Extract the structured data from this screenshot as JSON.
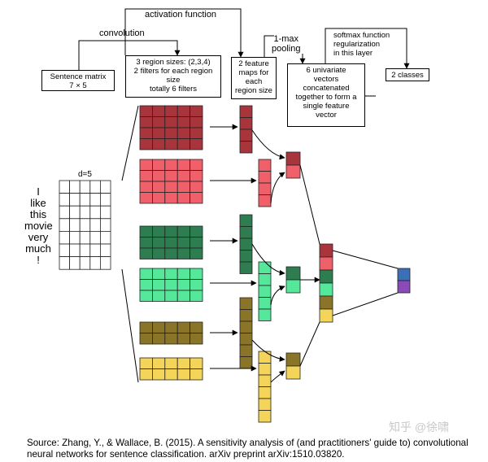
{
  "labels": {
    "activation_function": "activation function",
    "convolution": "convolution",
    "one_max_pooling": "1-max\npooling",
    "sentence_matrix": "Sentence matrix\n7 × 5",
    "region_sizes": "3 region sizes: (2,3,4)\n2 filters for each region\nsize\ntotally 6 filters",
    "feature_maps": "2 feature\nmaps for\neach\nregion size",
    "univariate_vectors": "6 univariate\nvectors\nconcatenated\ntogether to form a\nsingle feature\nvector",
    "softmax": "softmax function\nregularization\nin this layer",
    "classes": "2 classes",
    "d5": "d=5"
  },
  "sentence": [
    "I",
    "like",
    "this",
    "movie",
    "very",
    "much",
    "!"
  ],
  "colors": {
    "dark_red": "#a8343c",
    "light_red": "#f0606a",
    "dark_green": "#2e7d50",
    "light_green": "#55e89a",
    "olive": "#8a7428",
    "yellow": "#f5d45a",
    "out_blue": "#3d6fb8",
    "out_purple": "#8a4bb8"
  },
  "caption": "Source: Zhang, Y., & Wallace, B. (2015). A sensitivity analysis of (and practitioners' guide to) convolutional neural networks for sentence classification. arXiv preprint arXiv:1510.03820.",
  "watermark": "知乎 @徐啸"
}
